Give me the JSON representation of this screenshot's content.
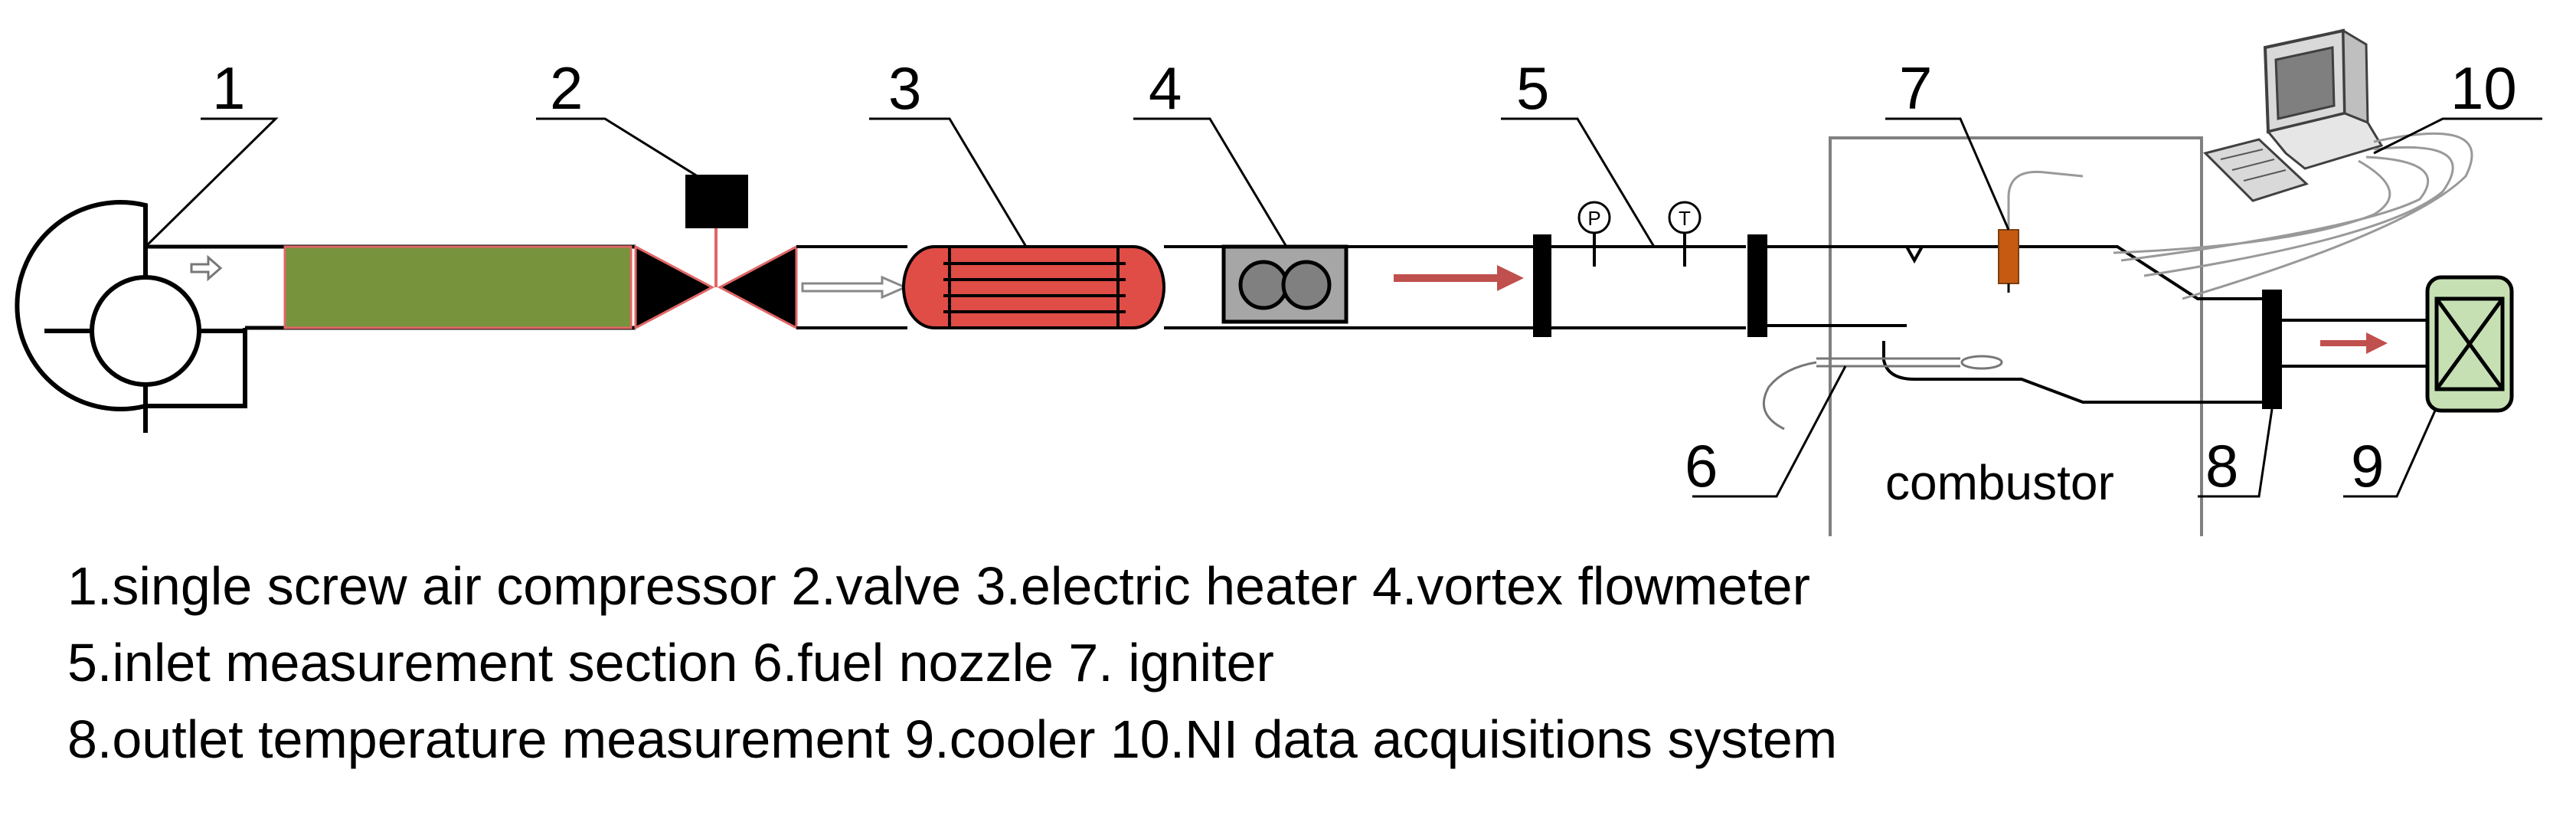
{
  "callouts": [
    "1",
    "2",
    "3",
    "4",
    "5",
    "6",
    "7",
    "8",
    "9",
    "10"
  ],
  "combustor_label": "combustor",
  "gauges": {
    "pressure": "P",
    "temperature": "T"
  },
  "legend": {
    "line1": "1.single screw air compressor 2.valve 3.electric heater 4.vortex flowmeter",
    "line2": "5.inlet measurement section 6.fuel nozzle 7. igniter",
    "line3": "8.outlet temperature measurement 9.cooler 10.NI data acquisitions system"
  },
  "colors": {
    "green_section": "#77933c",
    "heater": "#e04d46",
    "igniter": "#c55a11",
    "flow_arrow_red": "#c0504d",
    "cooler": "#c6e0b4",
    "valve_line": "#e06666"
  }
}
